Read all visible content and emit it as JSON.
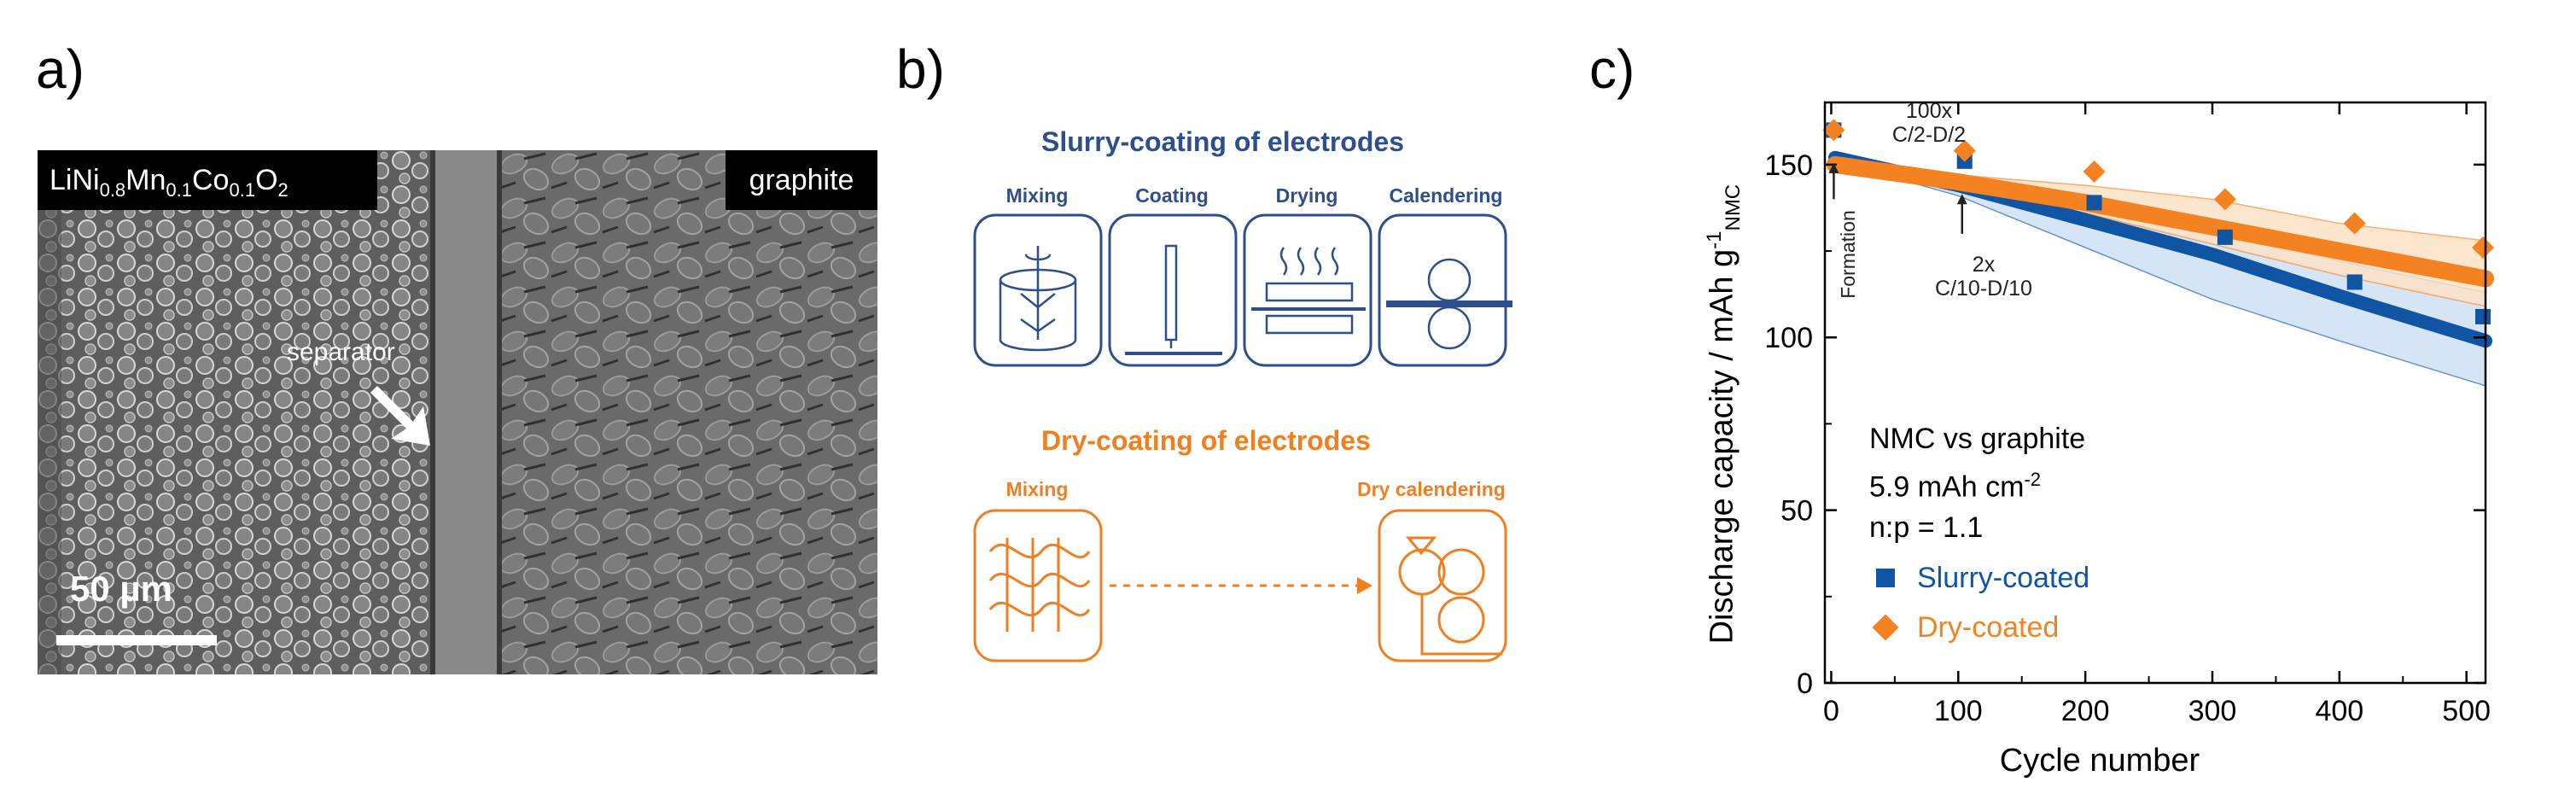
{
  "panels": {
    "a": {
      "letter": "a)",
      "left_label": "LiNi0.8Mn0.1Co0.1O2",
      "left_label_parts": {
        "base1": "LiNi",
        "s1": "0.8",
        "base2": "Mn",
        "s2": "0.1",
        "base3": "Co",
        "s3": "0.1",
        "base4": "O",
        "s4": "2"
      },
      "right_label": "graphite",
      "separator_label": "separator",
      "scale_label": "50 µm"
    },
    "b": {
      "letter": "b)",
      "slurry_title": "Slurry-coating of electrodes",
      "slurry_steps": [
        "Mixing",
        "Coating",
        "Drying",
        "Calendering"
      ],
      "dry_title": "Dry-coating of electrodes",
      "dry_steps": [
        "Mixing",
        "Dry calendering"
      ],
      "colors": {
        "blue": "#2e4e8c",
        "orange": "#f07f21"
      }
    },
    "c": {
      "letter": "c)",
      "annotations": {
        "top_rate_1": "100x",
        "top_rate_2": "C/2-D/2",
        "low_rate_1": "2x",
        "low_rate_2": "C/10-D/10",
        "formation": "Formation"
      },
      "info": {
        "line1": "NMC vs graphite",
        "line2_base": "5.9 mAh cm",
        "line2_sup": "-2",
        "line3": "n:p = 1.1"
      }
    }
  },
  "chart_data": {
    "type": "line",
    "xlabel": "Cycle number",
    "ylabel_parts": {
      "base": "Discharge capacity / mAh g",
      "sup": "-1",
      "sub": "NMC"
    },
    "xlim": [
      -5,
      515
    ],
    "ylim": [
      0,
      168
    ],
    "xticks": [
      0,
      100,
      200,
      300,
      400,
      500
    ],
    "yticks": [
      0,
      50,
      100,
      150
    ],
    "grid": false,
    "legend_position": "bottom-left",
    "series": [
      {
        "name": "Slurry-coated",
        "color": "#0f55a3",
        "band_color": "#cfe0f3",
        "marker": "square",
        "mean_line": [
          [
            3,
            152
          ],
          [
            100,
            144
          ],
          [
            200,
            134
          ],
          [
            300,
            124
          ],
          [
            400,
            112
          ],
          [
            515,
            99
          ]
        ],
        "band_upper": [
          [
            3,
            153
          ],
          [
            100,
            145
          ],
          [
            200,
            138
          ],
          [
            300,
            131
          ],
          [
            400,
            122
          ],
          [
            515,
            113
          ]
        ],
        "band_lower": [
          [
            3,
            151
          ],
          [
            100,
            141
          ],
          [
            200,
            126
          ],
          [
            300,
            111
          ],
          [
            400,
            99
          ],
          [
            515,
            86
          ]
        ],
        "markers": [
          [
            2,
            160
          ],
          [
            105,
            151
          ],
          [
            207,
            139
          ],
          [
            310,
            129
          ],
          [
            412,
            116
          ],
          [
            513,
            106
          ]
        ]
      },
      {
        "name": "Dry-coated",
        "color": "#f58220",
        "band_color": "#fbe2c6",
        "marker": "diamond",
        "mean_line": [
          [
            3,
            150
          ],
          [
            100,
            145
          ],
          [
            200,
            139
          ],
          [
            300,
            132
          ],
          [
            400,
            125
          ],
          [
            515,
            117
          ]
        ],
        "band_upper": [
          [
            3,
            151
          ],
          [
            100,
            147
          ],
          [
            200,
            144
          ],
          [
            300,
            140
          ],
          [
            400,
            133
          ],
          [
            515,
            128
          ]
        ],
        "band_lower": [
          [
            3,
            149
          ],
          [
            100,
            143
          ],
          [
            200,
            136
          ],
          [
            300,
            127
          ],
          [
            400,
            118
          ],
          [
            515,
            109
          ]
        ],
        "markers": [
          [
            2,
            160
          ],
          [
            105,
            154
          ],
          [
            207,
            148
          ],
          [
            310,
            140
          ],
          [
            412,
            133
          ],
          [
            513,
            126
          ]
        ]
      }
    ]
  }
}
